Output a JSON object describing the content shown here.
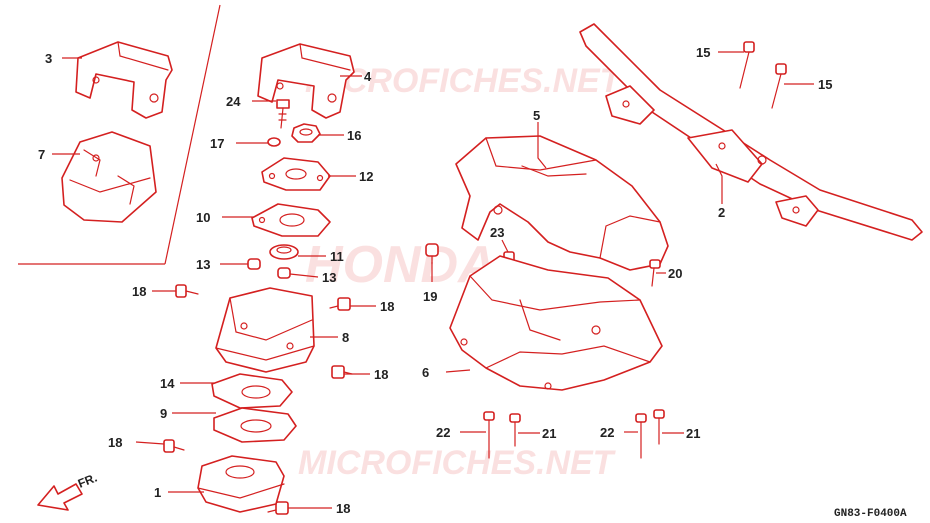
{
  "diagram": {
    "figure_code": "GN83-F0400A",
    "direction_label": "FR.",
    "watermarks": [
      "MICROFICHES.NET",
      "HONDA",
      "MICROFICHES.NET"
    ],
    "callouts": [
      {
        "id": "c3",
        "text": "3"
      },
      {
        "id": "c7",
        "text": "7"
      },
      {
        "id": "c4",
        "text": "4"
      },
      {
        "id": "c24",
        "text": "24"
      },
      {
        "id": "c17",
        "text": "17"
      },
      {
        "id": "c16",
        "text": "16"
      },
      {
        "id": "c12",
        "text": "12"
      },
      {
        "id": "c10",
        "text": "10"
      },
      {
        "id": "c11",
        "text": "11"
      },
      {
        "id": "c13a",
        "text": "13"
      },
      {
        "id": "c13b",
        "text": "13"
      },
      {
        "id": "c18a",
        "text": "18"
      },
      {
        "id": "c18b",
        "text": "18"
      },
      {
        "id": "c8",
        "text": "8"
      },
      {
        "id": "c18c",
        "text": "18"
      },
      {
        "id": "c14",
        "text": "14"
      },
      {
        "id": "c9",
        "text": "9"
      },
      {
        "id": "c18d",
        "text": "18"
      },
      {
        "id": "c1",
        "text": "1"
      },
      {
        "id": "c18e",
        "text": "18"
      },
      {
        "id": "c5",
        "text": "5"
      },
      {
        "id": "c23",
        "text": "23"
      },
      {
        "id": "c19",
        "text": "19"
      },
      {
        "id": "c20",
        "text": "20"
      },
      {
        "id": "c6",
        "text": "6"
      },
      {
        "id": "c15a",
        "text": "15"
      },
      {
        "id": "c15b",
        "text": "15"
      },
      {
        "id": "c2",
        "text": "2"
      },
      {
        "id": "c22a",
        "text": "22"
      },
      {
        "id": "c21a",
        "text": "21"
      },
      {
        "id": "c22b",
        "text": "22"
      },
      {
        "id": "c21b",
        "text": "21"
      }
    ]
  }
}
